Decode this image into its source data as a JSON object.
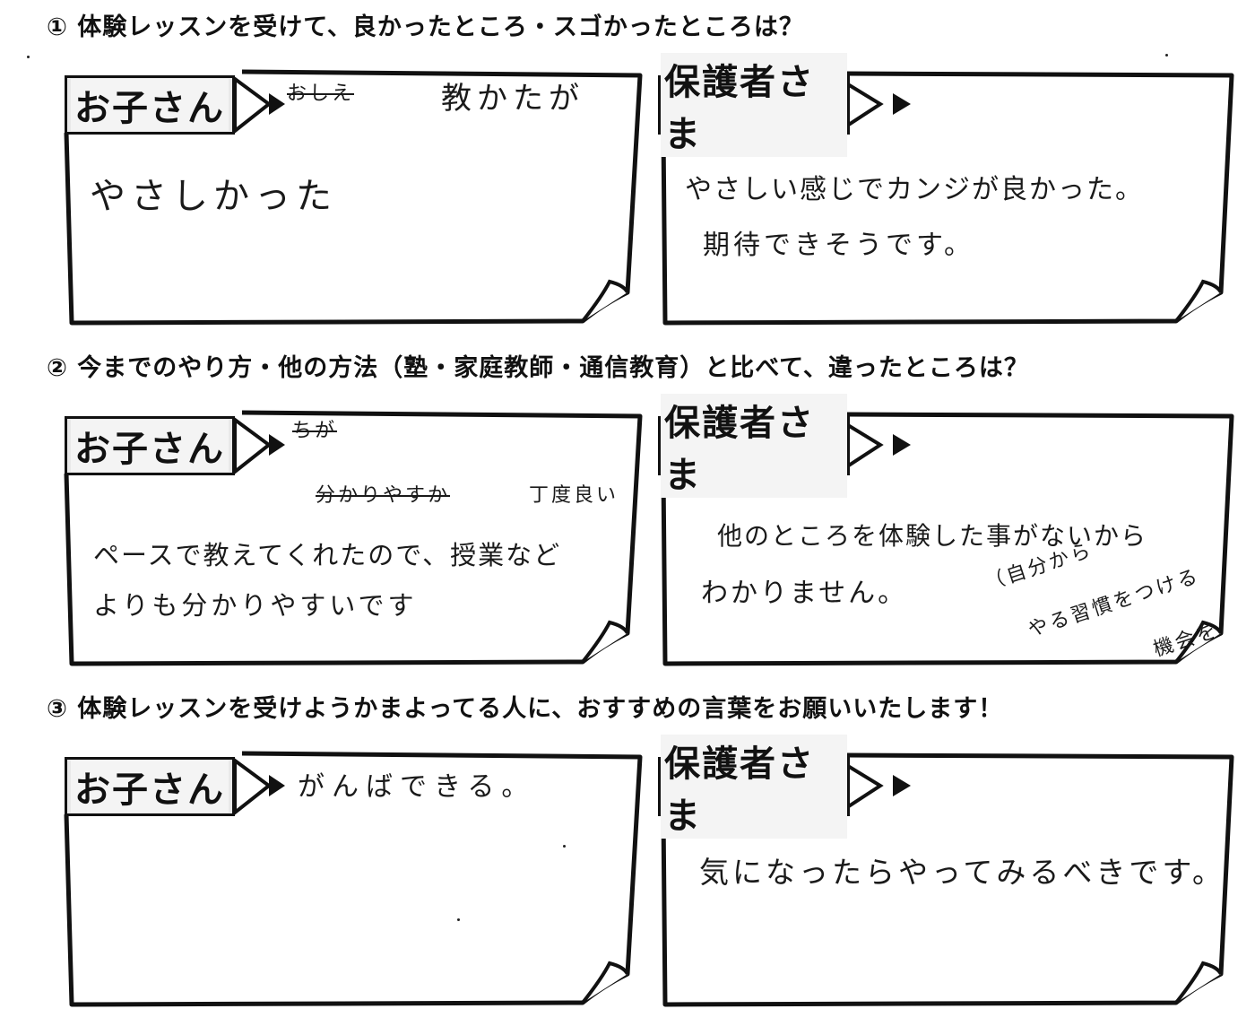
{
  "questions": {
    "q1": "① 体験レッスンを受けて、良かったところ・スゴかったところは？",
    "q2": "② 今までのやり方・他の方法（塾・家庭教師・通信教育）と比べて、違ったところは？",
    "q3": "③ 体験レッスンを受けようかまよってる人に、おすすめの言葉をお願いいたします！"
  },
  "labels": {
    "child": "お子さん",
    "parent": "保護者さま"
  },
  "answers": {
    "q1_child": {
      "struck": "おしえ",
      "top": "教かたが",
      "line1": "やさしかった"
    },
    "q1_parent": {
      "line1": "やさしい感じでカンジが良かった。",
      "line2": "期待できそうです。"
    },
    "q2_child": {
      "struck": "ちが",
      "top_struck": "分かりやすか",
      "top": "丁度良い",
      "line1": "ペースで教えてくれたので、授業など",
      "line2": "よりも分かりやすいです"
    },
    "q2_parent": {
      "line1": "他のところを体験した事がないから",
      "line2": "わかりません。",
      "note1": "（自分から",
      "note2": "やる習慣をつける",
      "note3": "機会を"
    },
    "q3_child": {
      "top": "がんばできる。"
    },
    "q3_parent": {
      "line1": "気になったらやってみるべきです。"
    }
  }
}
